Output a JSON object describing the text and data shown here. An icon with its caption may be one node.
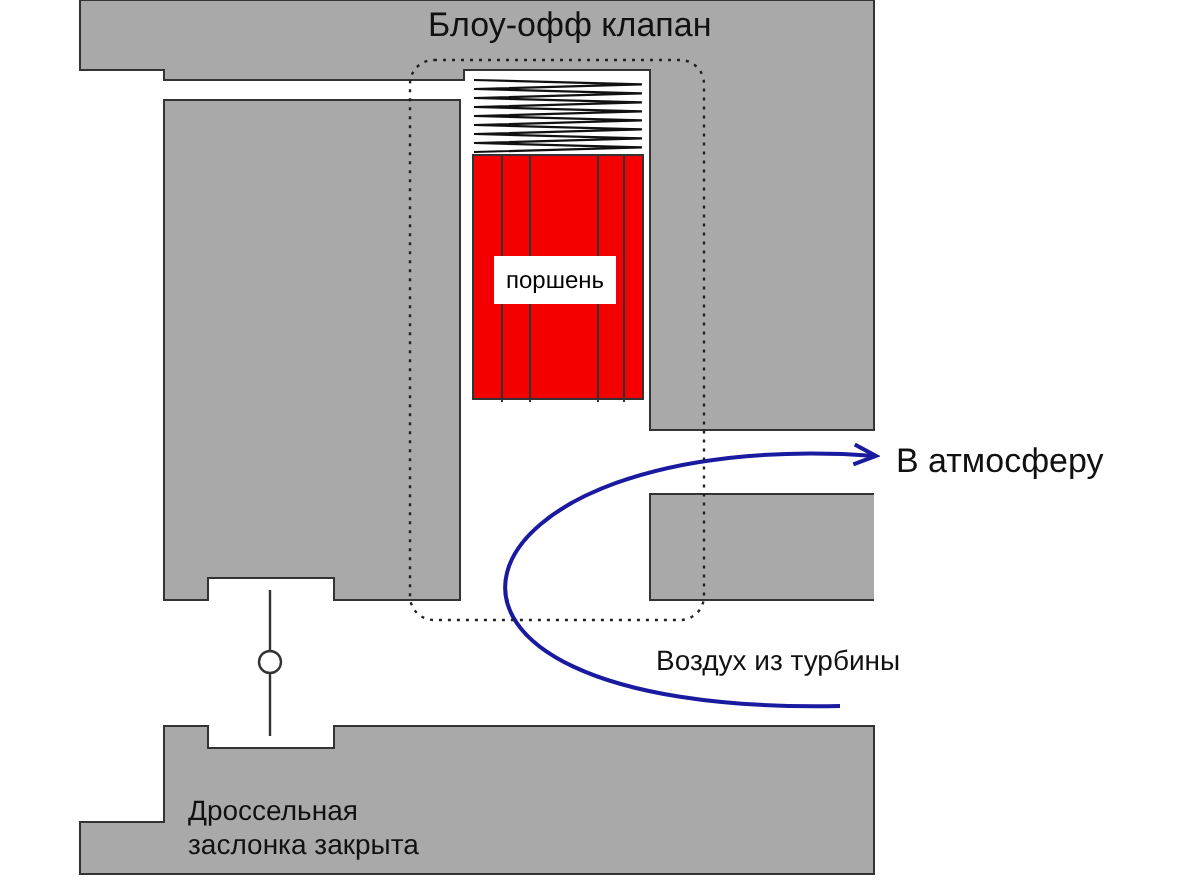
{
  "diagram": {
    "nodes": [
      {
        "text": [
          "Блоу-офф клапан"
        ]
      },
      {
        "text": [
          "поршень"
        ],
        "in": 0
      }
    ],
    "labels": [
      "В атмосферу",
      "Воздух из турбины",
      "Дроссельная заслонка закрыта"
    ]
  }
}
